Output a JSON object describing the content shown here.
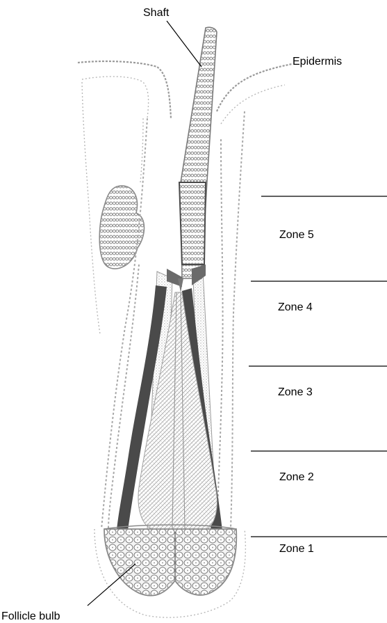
{
  "labels": {
    "shaft": "Shaft",
    "epidermis": "Epidermis",
    "follicle_bulb": "Follicle bulb"
  },
  "zones": [
    {
      "label": "Zone 5"
    },
    {
      "label": "Zone 4"
    },
    {
      "label": "Zone 3"
    },
    {
      "label": "Zone 2"
    },
    {
      "label": "Zone 1"
    }
  ],
  "colors": {
    "ink": "#000000",
    "dark_sheath": "#4a4a4a",
    "texture": "#8a8a8a",
    "light_texture": "#c4c4c4"
  }
}
